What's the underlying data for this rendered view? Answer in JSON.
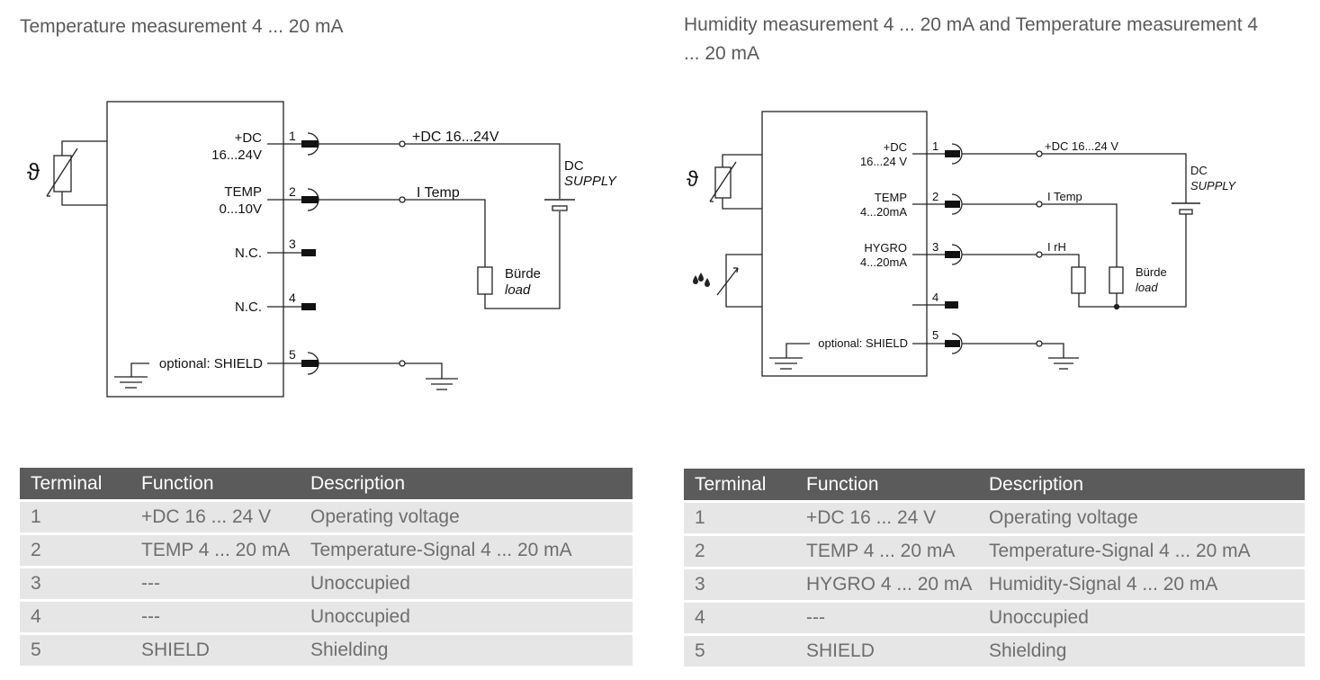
{
  "left": {
    "heading": "Temperature measurement 4 ... 20 mA",
    "diagram": {
      "sensor_symbol": "ϑ",
      "terminals": [
        {
          "num": "1",
          "label": [
            "+DC",
            "16...24V"
          ]
        },
        {
          "num": "2",
          "label": [
            "TEMP",
            "0...10V"
          ]
        },
        {
          "num": "3",
          "label": [
            "N.C."
          ]
        },
        {
          "num": "4",
          "label": [
            "N.C."
          ]
        },
        {
          "num": "5",
          "label": [
            "optional: SHIELD"
          ]
        }
      ],
      "wire_supply": "+DC 16...24V",
      "wire_signal": "I Temp",
      "supply": [
        "DC",
        "SUPPLY"
      ],
      "load": [
        "Bürde",
        "load"
      ]
    },
    "table": {
      "headers": [
        "Terminal",
        "Function",
        "Description"
      ],
      "rows": [
        [
          "1",
          "+DC 16 ... 24 V",
          "Operating voltage"
        ],
        [
          "2",
          "TEMP 4 ... 20 mA",
          "Temperature-Signal 4 ... 20 mA"
        ],
        [
          "3",
          "---",
          "Unoccupied"
        ],
        [
          "4",
          "---",
          "Unoccupied"
        ],
        [
          "5",
          "SHIELD",
          "Shielding"
        ]
      ]
    }
  },
  "right": {
    "heading": "Humidity measurement 4 ... 20 mA and Temperature measurement 4 ... 20 mA",
    "diagram": {
      "sensor_symbol": "ϑ",
      "terminals": [
        {
          "num": "1",
          "label": [
            "+DC",
            "16...24 V"
          ]
        },
        {
          "num": "2",
          "label": [
            "TEMP",
            "4...20mA"
          ]
        },
        {
          "num": "3",
          "label": [
            "HYGRO",
            "4...20mA"
          ]
        },
        {
          "num": "4",
          "label": []
        },
        {
          "num": "5",
          "label": [
            "optional: SHIELD"
          ]
        }
      ],
      "wire_supply": "+DC 16...24 V",
      "wire_signal_temp": "I Temp",
      "wire_signal_rh": "I rH",
      "supply": [
        "DC",
        "SUPPLY"
      ],
      "load": [
        "Bürde",
        "load"
      ]
    },
    "table": {
      "headers": [
        "Terminal",
        "Function",
        "Description"
      ],
      "rows": [
        [
          "1",
          "+DC 16 ... 24 V",
          "Operating voltage"
        ],
        [
          "2",
          "TEMP 4 ... 20 mA",
          "Temperature-Signal 4 ... 20 mA"
        ],
        [
          "3",
          "HYGRO 4 ... 20 mA",
          "Humidity-Signal 4 ... 20 mA"
        ],
        [
          "4",
          "---",
          "Unoccupied"
        ],
        [
          "5",
          "SHIELD",
          "Shielding"
        ]
      ]
    }
  }
}
